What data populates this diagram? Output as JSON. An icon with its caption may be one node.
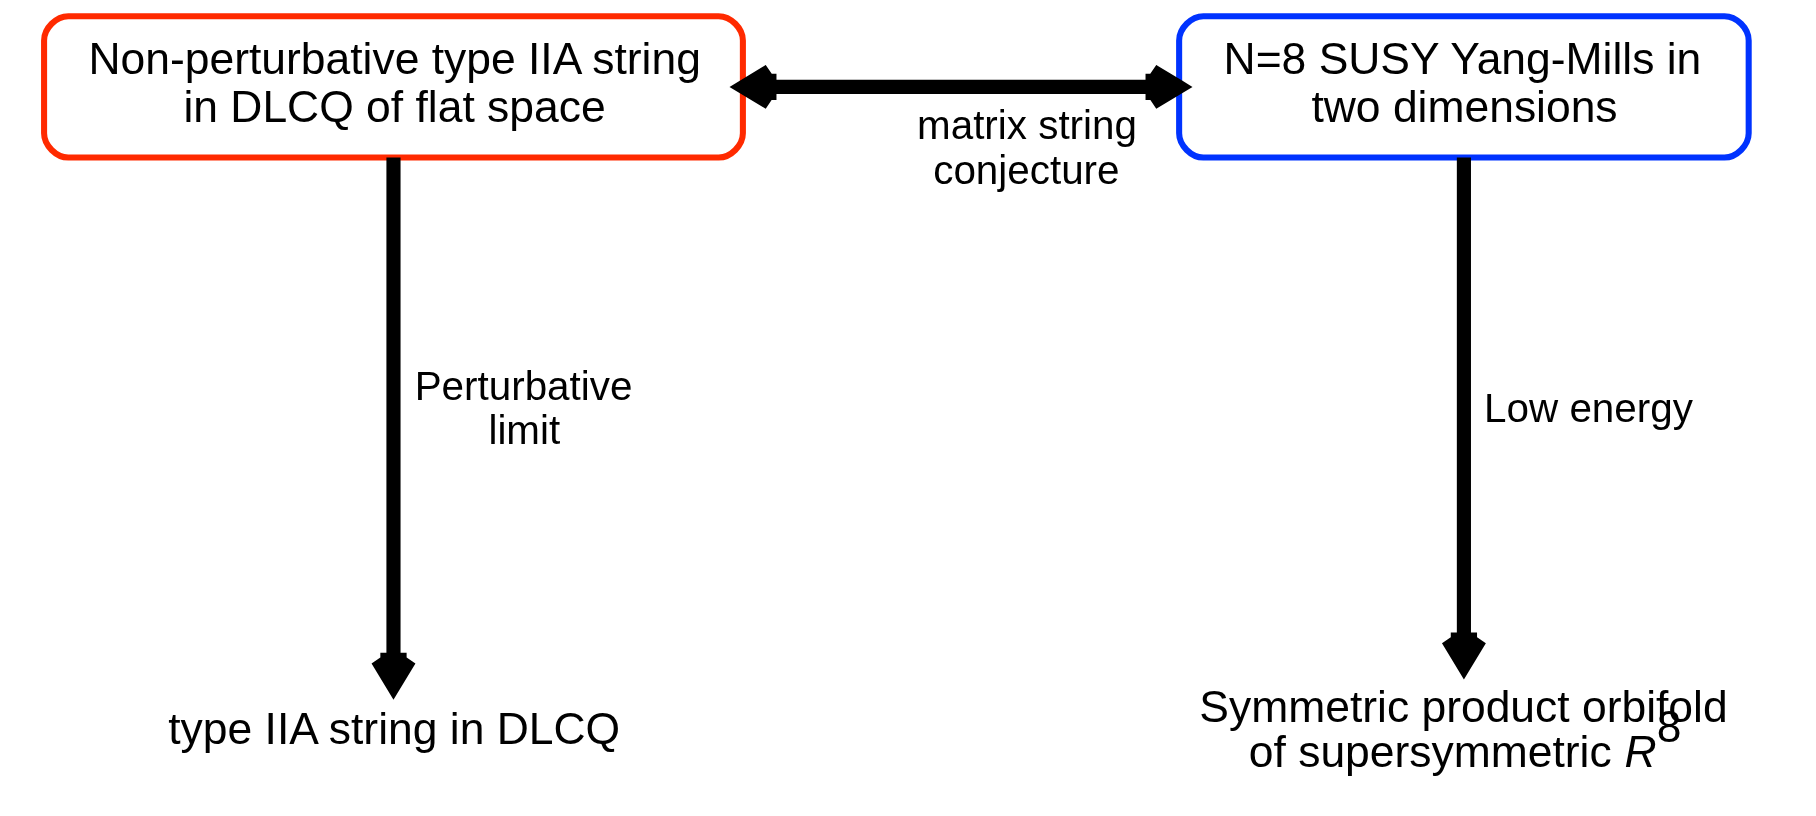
{
  "diagram": {
    "nodes": [
      {
        "text": [
          "Non-perturbative type IIA string in DLCQ of flat space"
        ]
      },
      {
        "text": [
          "N=8 SUSY Yang-Mills in two dimensions"
        ]
      },
      {
        "text": [
          "type IIA string in DLCQ"
        ]
      },
      {
        "text": [
          "Symmetric product orbifold of supersymmetric *R*$^{8}$"
        ]
      }
    ],
    "edges": [
      {
        "from": 0,
        "to": 1,
        "arrow": "both",
        "label": "matrix string conjecture"
      },
      {
        "from": 0,
        "to": 2,
        "arrow": "to",
        "label": "Perturbative limit"
      },
      {
        "from": 1,
        "to": 3,
        "arrow": "to",
        "label": "Low energy"
      }
    ]
  }
}
